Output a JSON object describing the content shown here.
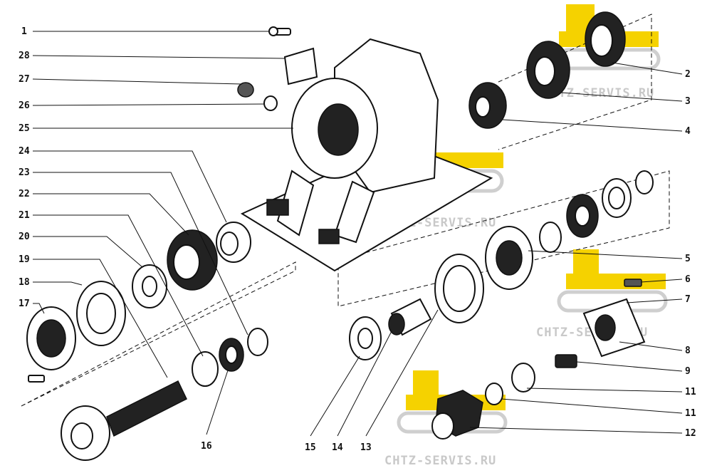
{
  "diagram": {
    "callouts_left": [
      "1",
      "28",
      "27",
      "26",
      "25",
      "24",
      "23",
      "22",
      "21",
      "20",
      "19",
      "18",
      "17"
    ],
    "callouts_right": [
      "2",
      "3",
      "4",
      "5",
      "6",
      "7",
      "8",
      "9",
      "11",
      "11",
      "12"
    ],
    "callouts_bottom": [
      "16",
      "15",
      "14",
      "13"
    ]
  },
  "watermark": {
    "text": "CHTZ-SERVIS.RU",
    "logo_color": "#f5d200",
    "logo_shadow": "#cfcfcf"
  }
}
